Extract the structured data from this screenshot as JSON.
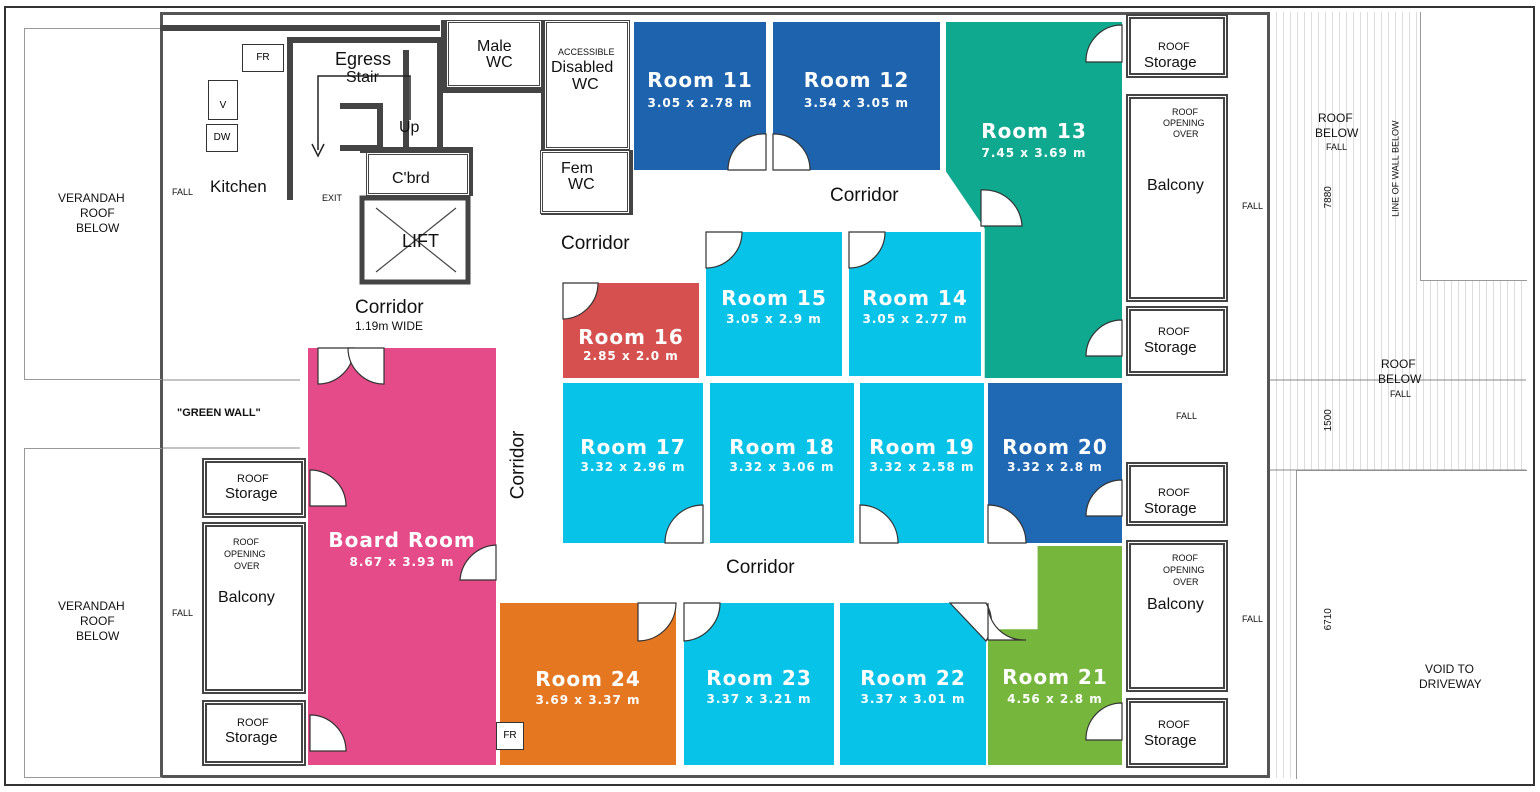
{
  "rooms": [
    {
      "id": "room-11",
      "name": "Room 11",
      "dims": "3.05 x 2.78 m",
      "color": "#1d63ad"
    },
    {
      "id": "room-12",
      "name": "Room 12",
      "dims": "3.54 x 3.05 m",
      "color": "#1d63ad"
    },
    {
      "id": "room-13",
      "name": "Room 13",
      "dims": "7.45 x 3.69 m",
      "color": "#0fa98f"
    },
    {
      "id": "room-14",
      "name": "Room 14",
      "dims": "3.05 x 2.77 m",
      "color": "#08c3e8"
    },
    {
      "id": "room-15",
      "name": "Room 15",
      "dims": "3.05 x 2.9 m",
      "color": "#08c3e8"
    },
    {
      "id": "room-16",
      "name": "Room 16",
      "dims": "2.85 x 2.0 m",
      "color": "#d5504f"
    },
    {
      "id": "room-17",
      "name": "Room 17",
      "dims": "3.32 x 2.96 m",
      "color": "#08c3e8"
    },
    {
      "id": "room-18",
      "name": "Room 18",
      "dims": "3.32 x 3.06 m",
      "color": "#08c3e8"
    },
    {
      "id": "room-19",
      "name": "Room 19",
      "dims": "3.32 x 2.58 m",
      "color": "#08c3e8"
    },
    {
      "id": "room-20",
      "name": "Room 20",
      "dims": "3.32 x 2.8 m",
      "color": "#1f68b4"
    },
    {
      "id": "room-21",
      "name": "Room 21",
      "dims": "4.56 x 2.8 m",
      "color": "#76b63d"
    },
    {
      "id": "room-22",
      "name": "Room 22",
      "dims": "3.37 x 3.01 m",
      "color": "#08c3e8"
    },
    {
      "id": "room-23",
      "name": "Room 23",
      "dims": "3.37 x 3.21 m",
      "color": "#08c3e8"
    },
    {
      "id": "room-24",
      "name": "Room 24",
      "dims": "3.69 x 3.37 m",
      "color": "#e57721"
    },
    {
      "id": "board-room",
      "name": "Board Room",
      "dims": "8.67 x 3.93 m",
      "color": "#e44b88"
    }
  ],
  "labels": {
    "corridor": "Corridor",
    "corridor_width": "1.19m WIDE",
    "kitchen": "Kitchen",
    "egress": "Egress",
    "stair": "Stair",
    "up": "Up",
    "exit": "EXIT",
    "cbrd": "C'brd",
    "lift": "LIFT",
    "male": "Male",
    "wc": "WC",
    "accessible": "ACCESSIBLE",
    "disabled": "Disabled",
    "fem": "Fem",
    "green_wall": "\"GREEN WALL\"",
    "verandah_1": "VERANDAH",
    "verandah_2": "ROOF",
    "verandah_3": "BELOW",
    "roof": "ROOF",
    "storage": "Storage",
    "opening": "OPENING",
    "over": "OVER",
    "balcony": "Balcony",
    "roof_below_1": "ROOF",
    "roof_below_2": "BELOW",
    "fall": "FALL",
    "line_of_wall": "LINE OF WALL BELOW",
    "dim_7880": "7880",
    "dim_1500": "1500",
    "dim_6710": "6710",
    "void_1": "VOID TO",
    "void_2": "DRIVEWAY",
    "fr": "FR",
    "v": "V",
    "dw": "DW"
  }
}
